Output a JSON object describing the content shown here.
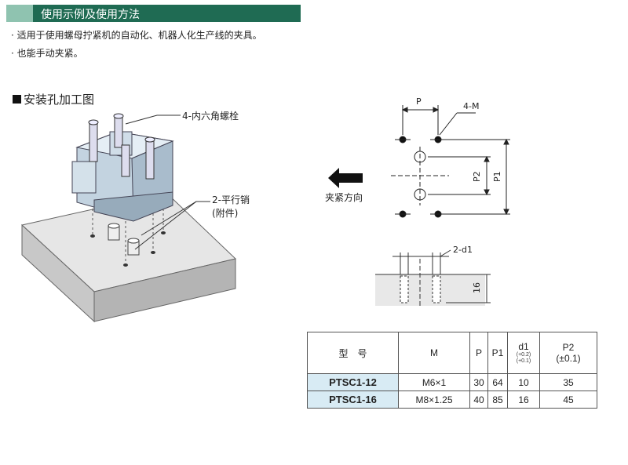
{
  "section": {
    "title": "使用示例及使用方法"
  },
  "usage": [
    "· 适用于使用螺母拧紧机的自动化、机器人化生产线的夹具。",
    "· 也能手动夹紧。"
  ],
  "figure": {
    "title": "安装孔加工图",
    "bolt_label": "4-内六角螺栓",
    "pin_label_1": "2-平行销",
    "pin_label_2": "(附件)",
    "clamp_direction": "夹紧方向",
    "dim_p": "P",
    "dim_4m": "4-M",
    "dim_p2": "P2",
    "dim_p1": "P1",
    "dim_2d1": "2-d1",
    "dim_16": "16"
  },
  "table": {
    "headers": {
      "model": "型　号",
      "m": "M",
      "p": "P",
      "p1": "P1",
      "d1": "d1",
      "d1_tol_1": "(+0.2)",
      "d1_tol_2": "(+0.1)",
      "p2": "P2",
      "p2_tol": "(±0.1)"
    },
    "rows": [
      {
        "model": "PTSC1-12",
        "m": "M6×1",
        "p": "30",
        "p1": "64",
        "d1": "10",
        "p2": "35"
      },
      {
        "model": "PTSC1-16",
        "m": "M8×1.25",
        "p": "40",
        "p1": "85",
        "d1": "16",
        "p2": "45"
      }
    ]
  },
  "colors": {
    "section_bar": "#1f6b53",
    "section_tab": "#8fc3b0",
    "model_cell": "#d8ebf4"
  }
}
